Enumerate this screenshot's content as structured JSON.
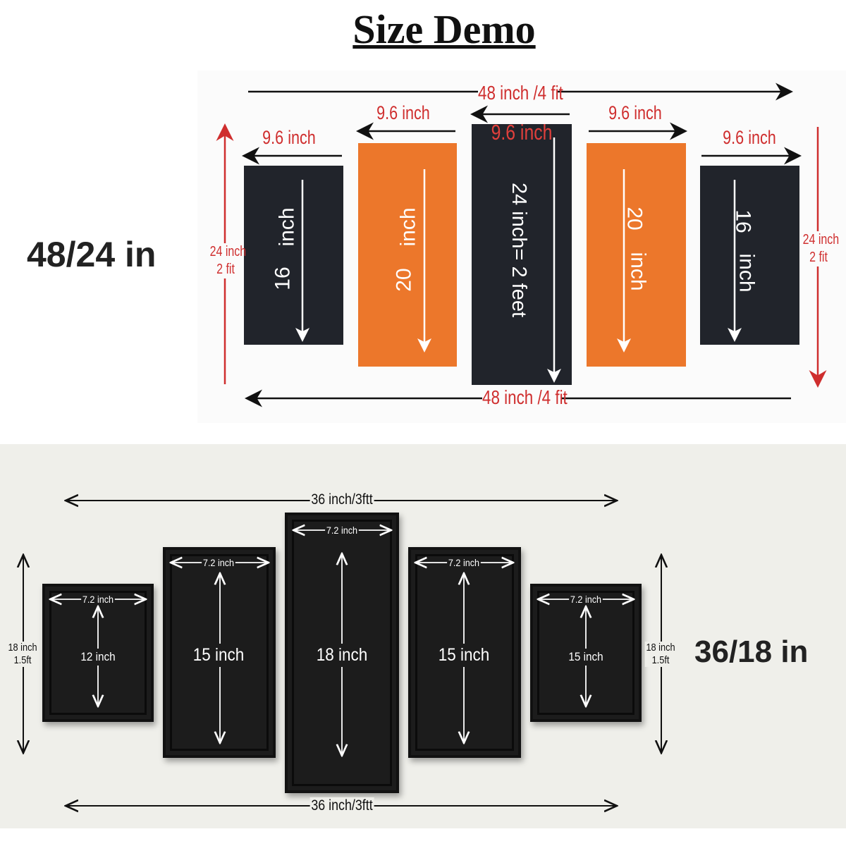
{
  "title": "Size Demo",
  "top": {
    "size_label": "48/24 in",
    "total_width": "48 inch /4 fit",
    "height_left": [
      "24 inch",
      "2 fit"
    ],
    "height_right": [
      "24 inch",
      "2 fit"
    ],
    "panel_width": "9.6 inch",
    "panels": [
      {
        "height": "16",
        "unit": "inch",
        "color": "#21242b"
      },
      {
        "height": "20",
        "unit": "inch",
        "color": "#ec772b"
      },
      {
        "label": "24 inch= 2 feet",
        "color": "#21242b"
      },
      {
        "height": "20",
        "unit": "inch",
        "color": "#ec772b"
      },
      {
        "height": "16",
        "unit": "inch",
        "color": "#21242b"
      }
    ],
    "label_color": "#cf2e2e"
  },
  "bottom": {
    "size_label": "36/18 in",
    "total_width": "36 inch/3ftt",
    "height_left": [
      "18 inch",
      "1.5ft"
    ],
    "height_right": [
      "18 inch",
      "1.5ft"
    ],
    "panel_width": "7.2 inch",
    "panels": [
      "12 inch",
      "15 inch",
      "18 inch",
      "15 inch",
      "15 inch"
    ]
  }
}
